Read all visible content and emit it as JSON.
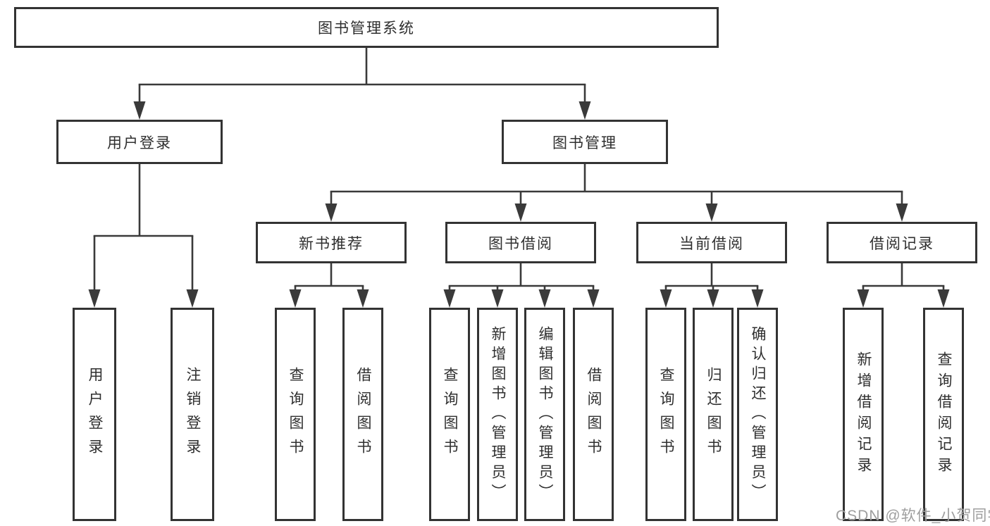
{
  "title": "图书管理系统",
  "watermark": {
    "text": "CSDN @软件_小贺同学",
    "color": "#9e9e9e"
  },
  "colors": {
    "line": "#3a3a3a",
    "box_border": "#333333",
    "box_fill": "#ffffff",
    "text": "#2f2f2f",
    "watermark": "#9e9e9e"
  },
  "tree": {
    "label": "图书管理系统",
    "children": [
      {
        "label": "用户登录",
        "children": [
          {
            "label": "用户登录"
          },
          {
            "label": "注销登录"
          }
        ]
      },
      {
        "label": "图书管理",
        "children": [
          {
            "label": "新书推荐",
            "children": [
              {
                "label": "查询图书"
              },
              {
                "label": "借阅图书"
              }
            ]
          },
          {
            "label": "图书借阅",
            "children": [
              {
                "label": "查询图书"
              },
              {
                "label": "新增图书（管理员）"
              },
              {
                "label": "编辑图书（管理员）"
              },
              {
                "label": "借阅图书"
              }
            ]
          },
          {
            "label": "当前借阅",
            "children": [
              {
                "label": "查询图书"
              },
              {
                "label": "归还图书"
              },
              {
                "label": "确认归还（管理员）"
              }
            ]
          },
          {
            "label": "借阅记录",
            "children": [
              {
                "label": "新增借阅记录"
              },
              {
                "label": "查询借阅记录"
              }
            ]
          }
        ]
      }
    ]
  }
}
